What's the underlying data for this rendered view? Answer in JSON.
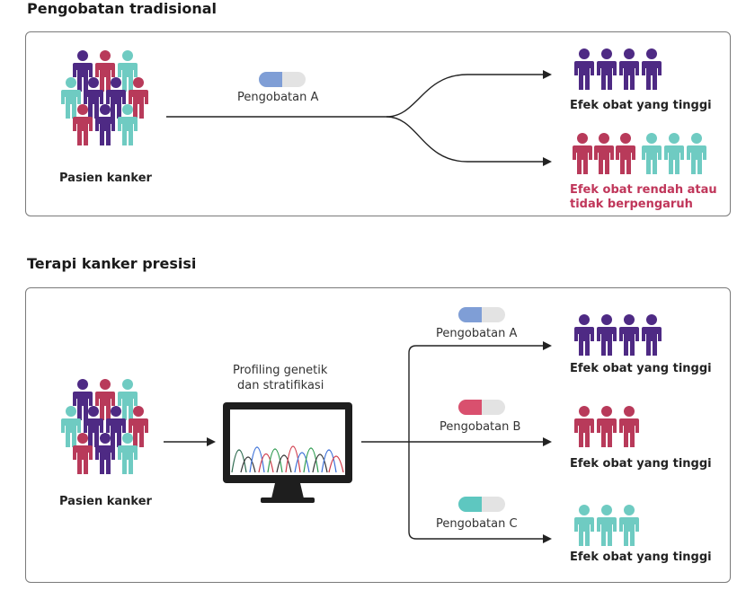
{
  "colors": {
    "purple": "#4e2a84",
    "red": "#b83a5a",
    "teal": "#6fcbc2",
    "pill_white": "#e3e3e3",
    "pill_blue": "#7f9ed6",
    "pill_red": "#d9506e",
    "pill_teal": "#5ec7c0",
    "text_red": "#c0365a"
  },
  "traditional": {
    "title": "Pengobatan tradisional",
    "patients_label": "Pasien kanker",
    "treatment_label": "Pengobatan A",
    "outcome_high": "Efek obat yang tinggi",
    "outcome_low_line1": "Efek obat rendah atau",
    "outcome_low_line2": "tidak berpengaruh"
  },
  "precision": {
    "title": "Terapi kanker presisi",
    "patients_label": "Pasien kanker",
    "profiling_line1": "Profiling genetik",
    "profiling_line2": "dan stratifikasi",
    "treatments": [
      {
        "label": "Pengobatan A",
        "outcome": "Efek obat yang tinggi"
      },
      {
        "label": "Pengobatan B",
        "outcome": "Efek obat yang tinggi"
      },
      {
        "label": "Pengobatan C",
        "outcome": "Efek obat yang tinggi"
      }
    ]
  }
}
